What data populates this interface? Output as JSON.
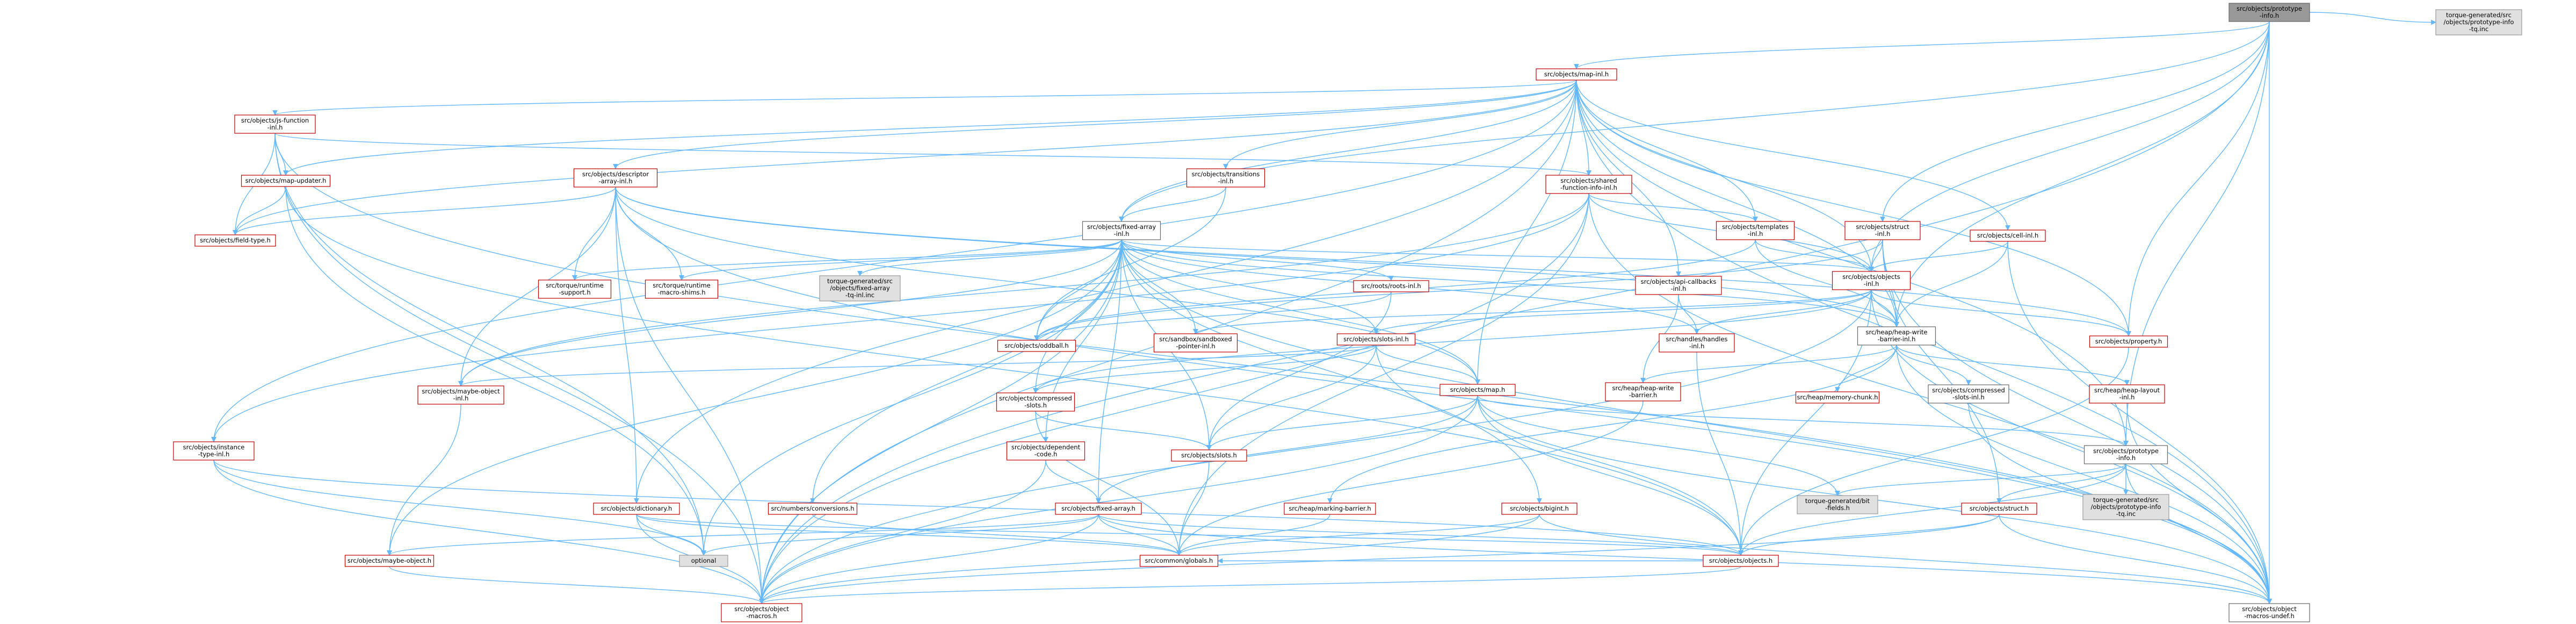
{
  "diagram": {
    "title": "",
    "colors": {
      "edge": "#63b8ff",
      "linked_border": "#c00000",
      "plain_border": "#666666",
      "external_fill": "#e0e0e0",
      "focus_fill": "#999999"
    },
    "nodes": [
      {
        "id": "root",
        "lines": [
          "src/objects/prototype",
          "-info.h"
        ],
        "style": "root"
      },
      {
        "id": "tpg_info_inc",
        "lines": [
          "torque-generated/src",
          "/objects/prototype-info",
          "-tq.inc"
        ],
        "style": "gray"
      },
      {
        "id": "mapinl",
        "lines": [
          "src/objects/map-inl.h"
        ],
        "style": "red"
      },
      {
        "id": "jsfuncinl",
        "lines": [
          "src/objects/js-function",
          "-inl.h"
        ],
        "style": "red"
      },
      {
        "id": "mapupdater",
        "lines": [
          "src/objects/map-updater.h"
        ],
        "style": "red"
      },
      {
        "id": "fieldtype",
        "lines": [
          "src/objects/field-type.h"
        ],
        "style": "red"
      },
      {
        "id": "descarrinl",
        "lines": [
          "src/objects/descriptor",
          "-array-inl.h"
        ],
        "style": "red"
      },
      {
        "id": "transinl",
        "lines": [
          "src/objects/transitions",
          "-inl.h"
        ],
        "style": "red"
      },
      {
        "id": "sharedfuncinl",
        "lines": [
          "src/objects/shared",
          "-function-info-inl.h"
        ],
        "style": "red"
      },
      {
        "id": "fixedarrinl",
        "lines": [
          "src/objects/fixed-array",
          "-inl.h"
        ],
        "style": "black"
      },
      {
        "id": "templatesinl",
        "lines": [
          "src/objects/templates",
          "-inl.h"
        ],
        "style": "red"
      },
      {
        "id": "structinl",
        "lines": [
          "src/objects/struct",
          "-inl.h"
        ],
        "style": "red"
      },
      {
        "id": "cellinl",
        "lines": [
          "src/objects/cell-inl.h"
        ],
        "style": "red"
      },
      {
        "id": "rtsupport",
        "lines": [
          "src/torque/runtime",
          "-support.h"
        ],
        "style": "red"
      },
      {
        "id": "rtmacro",
        "lines": [
          "src/torque/runtime",
          "-macro-shims.h"
        ],
        "style": "red"
      },
      {
        "id": "tg_fixed_inc",
        "lines": [
          "torque-generated/src",
          "/objects/fixed-array",
          "-tq-inl.inc"
        ],
        "style": "gray"
      },
      {
        "id": "rootsinl",
        "lines": [
          "src/roots/roots-inl.h"
        ],
        "style": "red"
      },
      {
        "id": "objectsinl",
        "lines": [
          "src/objects/objects",
          "-inl.h"
        ],
        "style": "red"
      },
      {
        "id": "apicb",
        "lines": [
          "src/objects/api-callbacks",
          "-inl.h"
        ],
        "style": "red"
      },
      {
        "id": "oddball",
        "lines": [
          "src/objects/oddball.h"
        ],
        "style": "red"
      },
      {
        "id": "sandboxed",
        "lines": [
          "src/sandbox/sandboxed",
          "-pointer-inl.h"
        ],
        "style": "red"
      },
      {
        "id": "slotsinl",
        "lines": [
          "src/objects/slots-inl.h"
        ],
        "style": "red"
      },
      {
        "id": "handlesinl",
        "lines": [
          "src/handles/handles",
          "-inl.h"
        ],
        "style": "red"
      },
      {
        "id": "hwbinl",
        "lines": [
          "src/heap/heap-write",
          "-barrier-inl.h"
        ],
        "style": "black"
      },
      {
        "id": "property",
        "lines": [
          "src/objects/property.h"
        ],
        "style": "red"
      },
      {
        "id": "maybeobjinl",
        "lines": [
          "src/objects/maybe-object",
          "-inl.h"
        ],
        "style": "red"
      },
      {
        "id": "compslots",
        "lines": [
          "src/objects/compressed",
          "-slots.h"
        ],
        "style": "red"
      },
      {
        "id": "map",
        "lines": [
          "src/objects/map.h"
        ],
        "style": "red"
      },
      {
        "id": "hwb",
        "lines": [
          "src/heap/heap-write",
          "-barrier.h"
        ],
        "style": "red"
      },
      {
        "id": "memchunk",
        "lines": [
          "src/heap/memory-chunk.h"
        ],
        "style": "red"
      },
      {
        "id": "compslotsinl",
        "lines": [
          "src/objects/compressed",
          "-slots-inl.h"
        ],
        "style": "black"
      },
      {
        "id": "heaplayout",
        "lines": [
          "src/heap/heap-layout",
          "-inl.h"
        ],
        "style": "red"
      },
      {
        "id": "instancetype",
        "lines": [
          "src/objects/instance",
          "-type-inl.h"
        ],
        "style": "red"
      },
      {
        "id": "depcode",
        "lines": [
          "src/objects/dependent",
          "-code.h"
        ],
        "style": "red"
      },
      {
        "id": "slots",
        "lines": [
          "src/objects/slots.h"
        ],
        "style": "red"
      },
      {
        "id": "protoinfo",
        "lines": [
          "src/objects/prototype",
          "-info.h"
        ],
        "style": "black"
      },
      {
        "id": "bitfields",
        "lines": [
          "torque-generated/bit",
          "-fields.h"
        ],
        "style": "gray"
      },
      {
        "id": "tgproto_inc",
        "lines": [
          "torque-generated/src",
          "/objects/prototype-info",
          "-tq.inc"
        ],
        "style": "gray"
      },
      {
        "id": "numconv",
        "lines": [
          "src/numbers/conversions.h"
        ],
        "style": "red"
      },
      {
        "id": "dictionary",
        "lines": [
          "src/objects/dictionary.h"
        ],
        "style": "red"
      },
      {
        "id": "fixedarr",
        "lines": [
          "src/objects/fixed-array.h"
        ],
        "style": "red"
      },
      {
        "id": "markbarrier",
        "lines": [
          "src/heap/marking-barrier.h"
        ],
        "style": "red"
      },
      {
        "id": "bigint",
        "lines": [
          "src/objects/bigint.h"
        ],
        "style": "red"
      },
      {
        "id": "struct",
        "lines": [
          "src/objects/struct.h"
        ],
        "style": "red"
      },
      {
        "id": "optional",
        "lines": [
          "optional"
        ],
        "style": "gray"
      },
      {
        "id": "maybeobj",
        "lines": [
          "src/objects/maybe-object.h"
        ],
        "style": "red"
      },
      {
        "id": "globals",
        "lines": [
          "src/common/globals.h"
        ],
        "style": "red"
      },
      {
        "id": "objects",
        "lines": [
          "src/objects/objects.h"
        ],
        "style": "red"
      },
      {
        "id": "objmacros",
        "lines": [
          "src/objects/object",
          "-macros.h"
        ],
        "style": "red"
      },
      {
        "id": "objmacrosundef",
        "lines": [
          "src/objects/object",
          "-macros-undef.h"
        ],
        "style": "black"
      }
    ],
    "edges": [
      [
        "root",
        "tpg_info_inc"
      ],
      [
        "root",
        "mapinl"
      ],
      [
        "root",
        "objectsinl"
      ],
      [
        "root",
        "structinl"
      ],
      [
        "root",
        "fixedarrinl"
      ],
      [
        "root",
        "hwbinl"
      ],
      [
        "root",
        "protoinfo"
      ],
      [
        "root",
        "objmacros"
      ],
      [
        "root",
        "objmacrosundef"
      ],
      [
        "root",
        "property"
      ],
      [
        "mapinl",
        "jsfuncinl"
      ],
      [
        "mapinl",
        "mapupdater"
      ],
      [
        "mapinl",
        "fieldtype"
      ],
      [
        "mapinl",
        "descarrinl"
      ],
      [
        "mapinl",
        "transinl"
      ],
      [
        "mapinl",
        "sharedfuncinl"
      ],
      [
        "mapinl",
        "templatesinl"
      ],
      [
        "mapinl",
        "cellinl"
      ],
      [
        "mapinl",
        "apicb"
      ],
      [
        "mapinl",
        "objectsinl"
      ],
      [
        "mapinl",
        "map"
      ],
      [
        "mapinl",
        "property"
      ],
      [
        "mapinl",
        "protoinfo"
      ],
      [
        "mapinl",
        "instancetype"
      ],
      [
        "mapinl",
        "dictionary"
      ],
      [
        "mapinl",
        "objmacros"
      ],
      [
        "mapinl",
        "objmacrosundef"
      ],
      [
        "mapinl",
        "hwbinl"
      ],
      [
        "mapinl",
        "fixedarrinl"
      ],
      [
        "jsfuncinl",
        "mapupdater"
      ],
      [
        "jsfuncinl",
        "fieldtype"
      ],
      [
        "jsfuncinl",
        "sharedfuncinl"
      ],
      [
        "jsfuncinl",
        "objmacros"
      ],
      [
        "jsfuncinl",
        "objmacrosundef"
      ],
      [
        "jsfuncinl",
        "optional"
      ],
      [
        "mapupdater",
        "fieldtype"
      ],
      [
        "mapupdater",
        "objects"
      ],
      [
        "mapupdater",
        "optional"
      ],
      [
        "descarrinl",
        "fieldtype"
      ],
      [
        "descarrinl",
        "rtsupport"
      ],
      [
        "descarrinl",
        "rtmacro"
      ],
      [
        "descarrinl",
        "maybeobjinl"
      ],
      [
        "descarrinl",
        "dictionary"
      ],
      [
        "descarrinl",
        "objmacros"
      ],
      [
        "descarrinl",
        "property"
      ],
      [
        "descarrinl",
        "hwbinl"
      ],
      [
        "descarrinl",
        "objmacrosundef"
      ],
      [
        "descarrinl",
        "map"
      ],
      [
        "transinl",
        "oddball"
      ],
      [
        "transinl",
        "fixedarrinl"
      ],
      [
        "sharedfuncinl",
        "templatesinl"
      ],
      [
        "sharedfuncinl",
        "objectsinl"
      ],
      [
        "sharedfuncinl",
        "instancetype"
      ],
      [
        "sharedfuncinl",
        "maybeobjinl"
      ],
      [
        "sharedfuncinl",
        "objmacros"
      ],
      [
        "sharedfuncinl",
        "objmacrosundef"
      ],
      [
        "sharedfuncinl",
        "globals"
      ],
      [
        "fixedarrinl",
        "rtsupport"
      ],
      [
        "fixedarrinl",
        "rtmacro"
      ],
      [
        "fixedarrinl",
        "tg_fixed_inc"
      ],
      [
        "fixedarrinl",
        "rootsinl"
      ],
      [
        "fixedarrinl",
        "objectsinl"
      ],
      [
        "fixedarrinl",
        "oddball"
      ],
      [
        "fixedarrinl",
        "sandboxed"
      ],
      [
        "fixedarrinl",
        "slotsinl"
      ],
      [
        "fixedarrinl",
        "handlesinl"
      ],
      [
        "fixedarrinl",
        "hwbinl"
      ],
      [
        "fixedarrinl",
        "maybeobjinl"
      ],
      [
        "fixedarrinl",
        "compslots"
      ],
      [
        "fixedarrinl",
        "map"
      ],
      [
        "fixedarrinl",
        "depcode"
      ],
      [
        "fixedarrinl",
        "slots"
      ],
      [
        "fixedarrinl",
        "numconv"
      ],
      [
        "fixedarrinl",
        "fixedarr"
      ],
      [
        "fixedarrinl",
        "bigint"
      ],
      [
        "fixedarrinl",
        "optional"
      ],
      [
        "fixedarrinl",
        "maybeobj"
      ],
      [
        "fixedarrinl",
        "objmacros"
      ],
      [
        "fixedarrinl",
        "objmacrosundef"
      ],
      [
        "templatesinl",
        "objectsinl"
      ],
      [
        "templatesinl",
        "hwbinl"
      ],
      [
        "templatesinl",
        "oddball"
      ],
      [
        "structinl",
        "objectsinl"
      ],
      [
        "structinl",
        "hwbinl"
      ],
      [
        "structinl",
        "oddball"
      ],
      [
        "structinl",
        "struct"
      ],
      [
        "structinl",
        "objmacrosundef"
      ],
      [
        "cellinl",
        "objectsinl"
      ],
      [
        "cellinl",
        "hwbinl"
      ],
      [
        "cellinl",
        "objmacrosundef"
      ],
      [
        "rootsinl",
        "oddball"
      ],
      [
        "rootsinl",
        "slots"
      ],
      [
        "objectsinl",
        "handlesinl"
      ],
      [
        "objectsinl",
        "hwbinl"
      ],
      [
        "objectsinl",
        "property"
      ],
      [
        "objectsinl",
        "slotsinl"
      ],
      [
        "objectsinl",
        "compslots"
      ],
      [
        "objectsinl",
        "sandboxed"
      ],
      [
        "objectsinl",
        "objmacros"
      ],
      [
        "objectsinl",
        "objmacrosundef"
      ],
      [
        "objectsinl",
        "objects"
      ],
      [
        "apicb",
        "hwb"
      ],
      [
        "apicb",
        "handlesinl"
      ],
      [
        "slotsinl",
        "map"
      ],
      [
        "slotsinl",
        "slots"
      ],
      [
        "slotsinl",
        "compslots"
      ],
      [
        "slotsinl",
        "maybeobjinl"
      ],
      [
        "slotsinl",
        "objects"
      ],
      [
        "handlesinl",
        "objects"
      ],
      [
        "hwbinl",
        "memchunk"
      ],
      [
        "hwbinl",
        "compslotsinl"
      ],
      [
        "hwbinl",
        "heaplayout"
      ],
      [
        "hwbinl",
        "hwb"
      ],
      [
        "hwbinl",
        "markbarrier"
      ],
      [
        "hwbinl",
        "objmacrosundef"
      ],
      [
        "property",
        "objects"
      ],
      [
        "maybeobjinl",
        "maybeobj"
      ],
      [
        "compslots",
        "slots"
      ],
      [
        "compslots",
        "globals"
      ],
      [
        "map",
        "slots"
      ],
      [
        "map",
        "bitfields"
      ],
      [
        "map",
        "objects"
      ],
      [
        "map",
        "fixedarr"
      ],
      [
        "map",
        "protoinfo"
      ],
      [
        "map",
        "objmacros"
      ],
      [
        "map",
        "objmacrosundef"
      ],
      [
        "hwb",
        "globals"
      ],
      [
        "compslotsinl",
        "objmacrosundef"
      ],
      [
        "heaplayout",
        "objmacrosundef"
      ],
      [
        "instancetype",
        "objects"
      ],
      [
        "instancetype",
        "optional"
      ],
      [
        "instancetype",
        "objmacros"
      ],
      [
        "depcode",
        "fixedarr"
      ],
      [
        "depcode",
        "objmacros"
      ],
      [
        "slots",
        "globals"
      ],
      [
        "protoinfo",
        "tgproto_inc"
      ],
      [
        "protoinfo",
        "bitfields"
      ],
      [
        "protoinfo",
        "struct"
      ],
      [
        "protoinfo",
        "objects"
      ],
      [
        "protoinfo",
        "objmacrosundef"
      ],
      [
        "dictionary",
        "globals"
      ],
      [
        "dictionary",
        "objmacros"
      ],
      [
        "dictionary",
        "optional"
      ],
      [
        "dictionary",
        "objects"
      ],
      [
        "fixedarr",
        "globals"
      ],
      [
        "fixedarr",
        "maybeobj"
      ],
      [
        "fixedarr",
        "optional"
      ],
      [
        "fixedarr",
        "objmacros"
      ],
      [
        "fixedarr",
        "objects"
      ],
      [
        "fixedarr",
        "objmacrosundef"
      ],
      [
        "markbarrier",
        "globals"
      ],
      [
        "bigint",
        "globals"
      ],
      [
        "bigint",
        "objmacros"
      ],
      [
        "bigint",
        "objmacrosundef"
      ],
      [
        "struct",
        "objects"
      ],
      [
        "struct",
        "objmacros"
      ],
      [
        "struct",
        "objmacrosundef"
      ],
      [
        "maybeobj",
        "objmacros"
      ],
      [
        "objects",
        "objmacros"
      ],
      [
        "objects",
        "globals"
      ],
      [
        "numconv",
        "globals"
      ]
    ]
  }
}
